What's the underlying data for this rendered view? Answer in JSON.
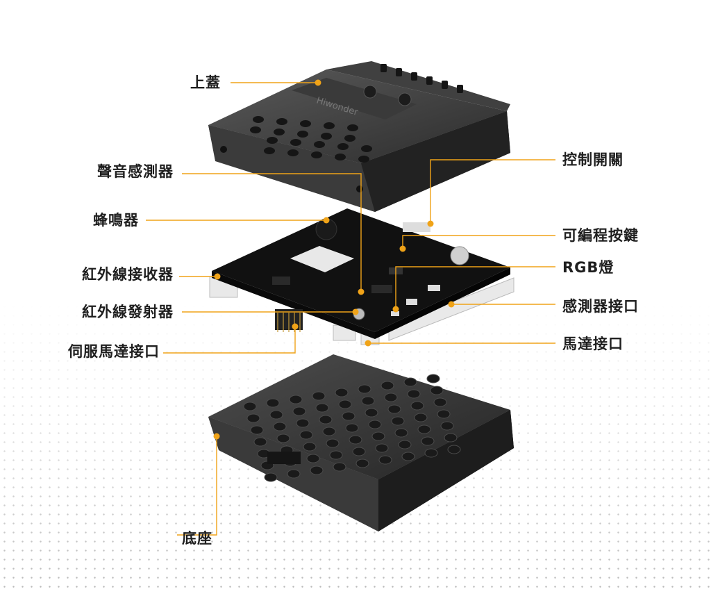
{
  "brand_text": "Hiwonder",
  "accent_color": "#f0a318",
  "labels": {
    "top_cover": "上蓋",
    "sound_sensor": "聲音感測器",
    "buzzer": "蜂鳴器",
    "ir_receiver": "紅外線接收器",
    "ir_transmitter": "紅外線發射器",
    "servo_port": "伺服馬達接口",
    "control_switch": "控制開關",
    "prog_button": "可編程按鍵",
    "rgb_led": "RGB燈",
    "sensor_port": "感測器接口",
    "motor_port": "馬達接口",
    "base": "底座"
  }
}
